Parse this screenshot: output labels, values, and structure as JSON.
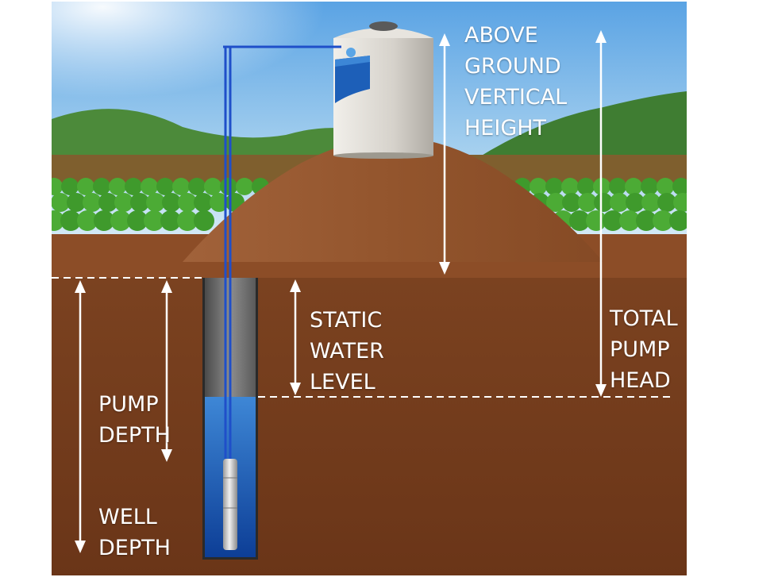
{
  "diagram": {
    "labels": {
      "above_ground": [
        "ABOVE",
        "GROUND",
        "VERTICAL",
        "HEIGHT"
      ],
      "static_water": [
        "STATIC",
        "WATER",
        "LEVEL"
      ],
      "total_pump_head": [
        "TOTAL",
        "PUMP",
        "HEAD"
      ],
      "pump_depth": [
        "PUMP",
        "DEPTH"
      ],
      "well_depth": [
        "WELL",
        "DEPTH"
      ]
    },
    "colors": {
      "sky_top": "#5fa8e6",
      "sky_bottom": "#d8ecf7",
      "soil": "#7a3f1e",
      "soil_dark": "#5b2c12",
      "mound": "#9a5a30",
      "crops": "#3f9a2c",
      "hills": "#4f8a3a",
      "water": "#1e63c9",
      "pipe": "#1f4fc9",
      "tank": "#d9d6d0",
      "arrow": "#ffffff"
    }
  }
}
